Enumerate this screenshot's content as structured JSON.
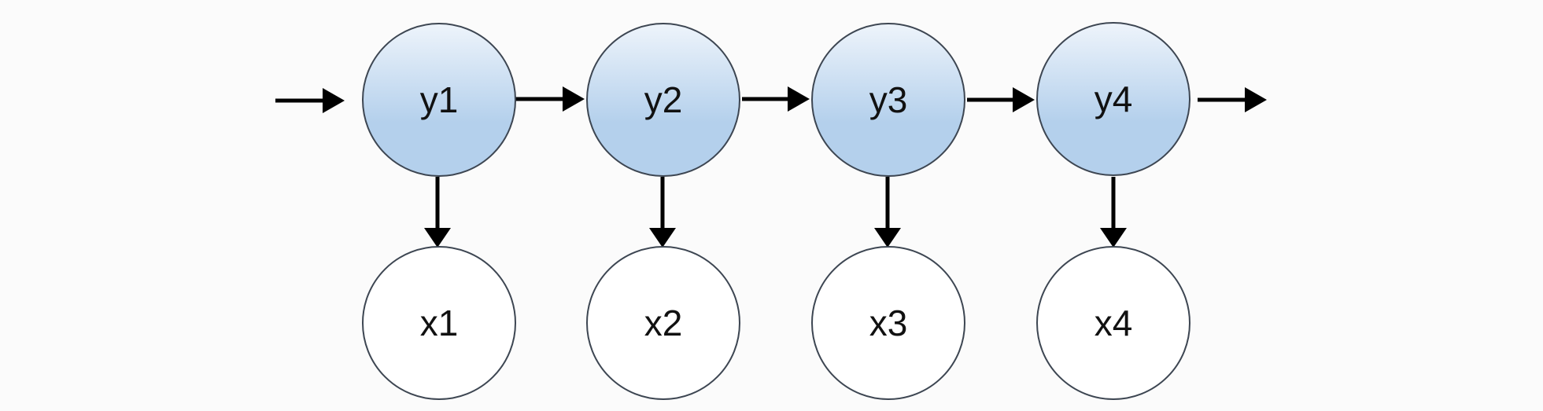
{
  "diagram": {
    "hidden_nodes": [
      {
        "label": "y1"
      },
      {
        "label": "y2"
      },
      {
        "label": "y3"
      },
      {
        "label": "y4"
      }
    ],
    "observed_nodes": [
      {
        "label": "x1"
      },
      {
        "label": "x2"
      },
      {
        "label": "x3"
      },
      {
        "label": "x4"
      }
    ],
    "edges": [
      {
        "from": "start",
        "to": "y1"
      },
      {
        "from": "y1",
        "to": "y2"
      },
      {
        "from": "y2",
        "to": "y3"
      },
      {
        "from": "y3",
        "to": "y4"
      },
      {
        "from": "y4",
        "to": "end"
      },
      {
        "from": "y1",
        "to": "x1"
      },
      {
        "from": "y2",
        "to": "x2"
      },
      {
        "from": "y3",
        "to": "x3"
      },
      {
        "from": "y4",
        "to": "x4"
      }
    ],
    "colors": {
      "background": "#fbfbfb",
      "hidden_fill_top": "#eef4fb",
      "hidden_fill_bottom": "#b4d0ec",
      "observed_fill": "#ffffff",
      "node_stroke": "#3d4652",
      "arrow": "#000000",
      "text": "#111111"
    }
  }
}
